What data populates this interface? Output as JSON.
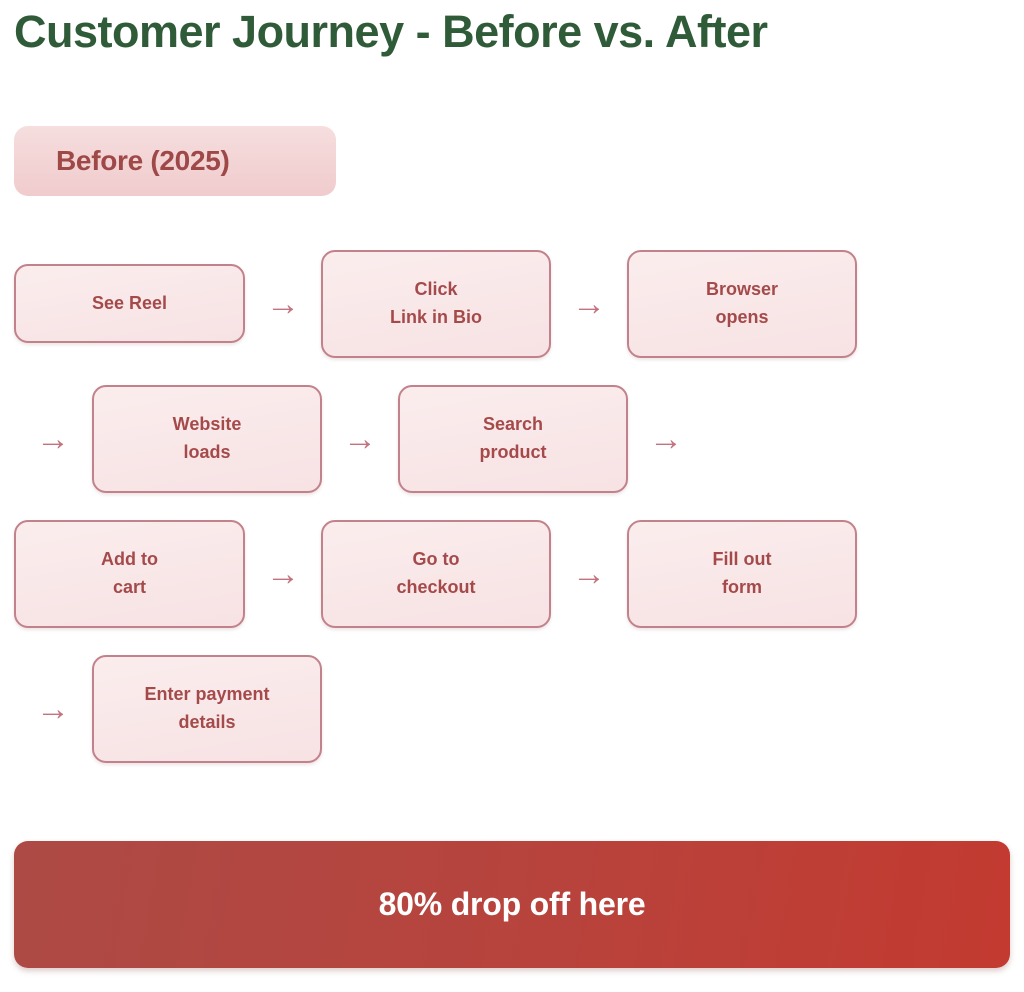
{
  "page": {
    "title": "Customer Journey - Before vs. After",
    "title_color": "#2f5b38",
    "background": "#ffffff"
  },
  "phase": {
    "badge_label": "Before (2025)",
    "badge_bg_start": "#f6dede",
    "badge_bg_end": "#f0cbcd",
    "badge_text_color": "#9e4848"
  },
  "flow": {
    "box_fill": "#fbeded",
    "box_border": "#c2828b",
    "box_text_color": "#a54a4a",
    "arrow_glyph": "→",
    "arrow_color": "#c2737e",
    "rows": [
      {
        "lead_arrow": "",
        "trail_arrow": "",
        "items": [
          {
            "line1": "See Reel",
            "line2": "",
            "arrow_after": "→"
          },
          {
            "line1": "Click",
            "line2": "Link in Bio",
            "arrow_after": "→"
          },
          {
            "line1": "Browser",
            "line2": "opens",
            "arrow_after": ""
          }
        ]
      },
      {
        "lead_arrow": "→",
        "trail_arrow": "→",
        "items": [
          {
            "line1": "Website",
            "line2": "loads",
            "arrow_after": "→"
          },
          {
            "line1": "Search",
            "line2": "product",
            "arrow_after": ""
          }
        ]
      },
      {
        "lead_arrow": "",
        "trail_arrow": "",
        "items": [
          {
            "line1": "Add to",
            "line2": "cart",
            "arrow_after": "→"
          },
          {
            "line1": "Go to",
            "line2": "checkout",
            "arrow_after": "→"
          },
          {
            "line1": "Fill out",
            "line2": "form",
            "arrow_after": ""
          }
        ]
      },
      {
        "lead_arrow": "→",
        "trail_arrow": "",
        "items": [
          {
            "line1": "Enter payment",
            "line2": "details",
            "arrow_after": ""
          }
        ]
      }
    ]
  },
  "dropoff": {
    "label": "80% drop off here",
    "bg_start": "#ad4a45",
    "bg_end": "#c33a30",
    "text_color": "#ffffff"
  }
}
